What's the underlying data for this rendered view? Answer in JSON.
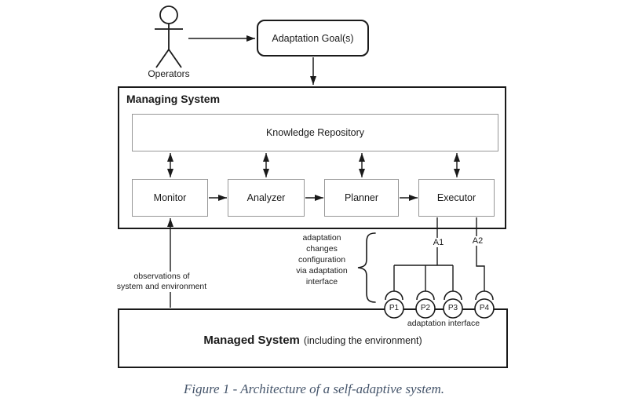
{
  "actor": {
    "label": "Operators"
  },
  "goal_box": {
    "label": "Adaptation Goal(s)"
  },
  "managing_system": {
    "title": "Managing System",
    "knowledge_repository": "Knowledge Repository",
    "components": [
      {
        "label": "Monitor"
      },
      {
        "label": "Analyzer"
      },
      {
        "label": "Planner"
      },
      {
        "label": "Executor"
      }
    ]
  },
  "managed_system": {
    "title": "Managed System",
    "subtitle": "(including the environment)"
  },
  "connectors": {
    "a1_label": "A1",
    "a2_label": "A2"
  },
  "ports": [
    {
      "label": "P1"
    },
    {
      "label": "P2"
    },
    {
      "label": "P3"
    },
    {
      "label": "P4"
    }
  ],
  "annotations": {
    "observations_lines": [
      "observations of",
      "system and environment"
    ],
    "adaptation_changes_lines": [
      "adaptation",
      "changes",
      "configuration",
      "via adaptation",
      "interface"
    ],
    "adaptation_interface": "adaptation interface"
  },
  "figure": {
    "caption": "Figure 1 - Architecture of a self-adaptive system."
  },
  "colors": {
    "line": "#1a1a1a",
    "inner_border": "#979797",
    "caption_text": "#44546a",
    "background": "#ffffff"
  }
}
